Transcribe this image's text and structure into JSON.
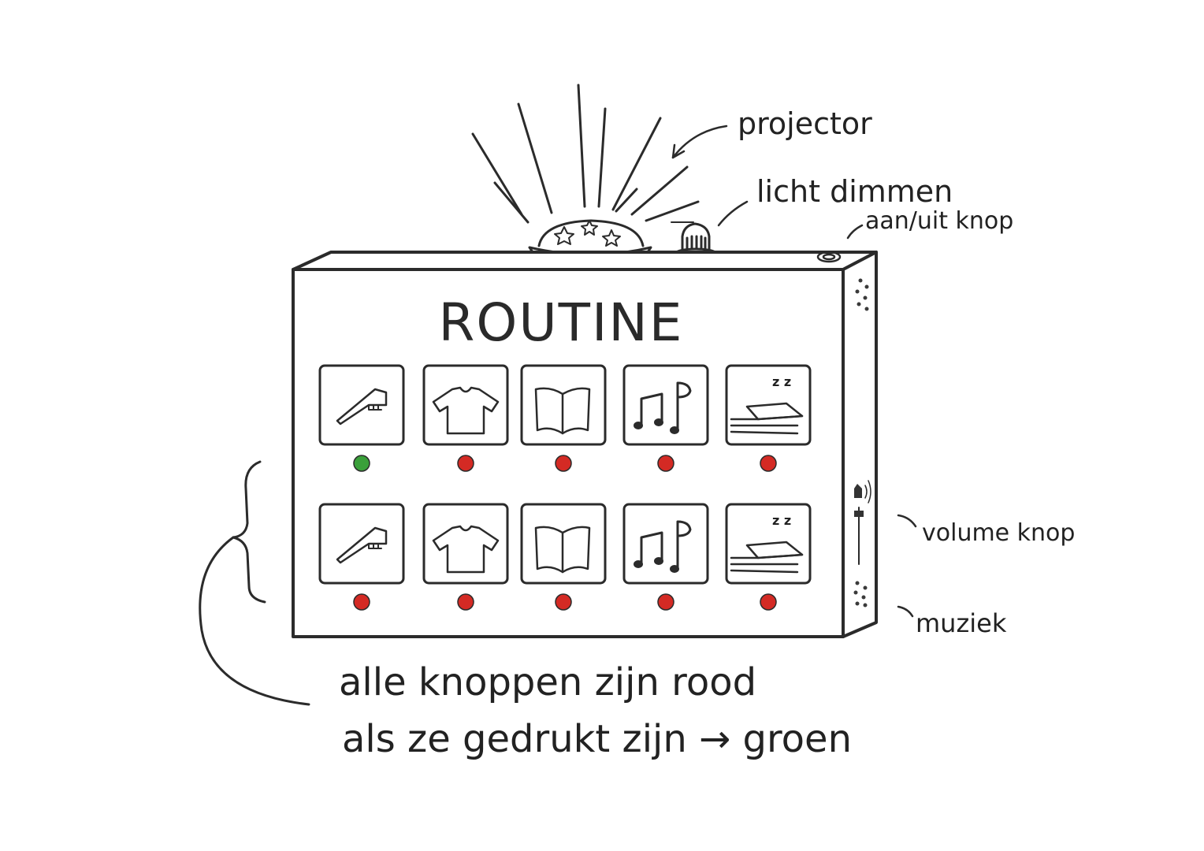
{
  "device": {
    "title": "ROUTINE",
    "rows": [
      {
        "buttons": [
          {
            "icon": "toothbrush-icon",
            "led": "green"
          },
          {
            "icon": "tshirt-icon",
            "led": "red"
          },
          {
            "icon": "book-icon",
            "led": "red"
          },
          {
            "icon": "music-notes-icon",
            "led": "red"
          },
          {
            "icon": "bed-sleep-icon",
            "led": "red"
          }
        ]
      },
      {
        "buttons": [
          {
            "icon": "toothbrush-icon",
            "led": "red"
          },
          {
            "icon": "tshirt-icon",
            "led": "red"
          },
          {
            "icon": "book-icon",
            "led": "red"
          },
          {
            "icon": "music-notes-icon",
            "led": "red"
          },
          {
            "icon": "bed-sleep-icon",
            "led": "red"
          }
        ]
      }
    ],
    "sleep_glyph": "z z"
  },
  "annotations": {
    "projector": "projector",
    "dimmer": "licht dimmen",
    "power": "aan/uit knop",
    "volume": "volume knop",
    "music": "muziek",
    "note_line1": "alle knoppen zijn rood",
    "note_line2": "als ze gedrukt zijn → groen"
  },
  "colors": {
    "ink": "#2b2b2b",
    "led_red": "#d42a24",
    "led_green": "#3aa03a",
    "background": "#ffffff"
  }
}
